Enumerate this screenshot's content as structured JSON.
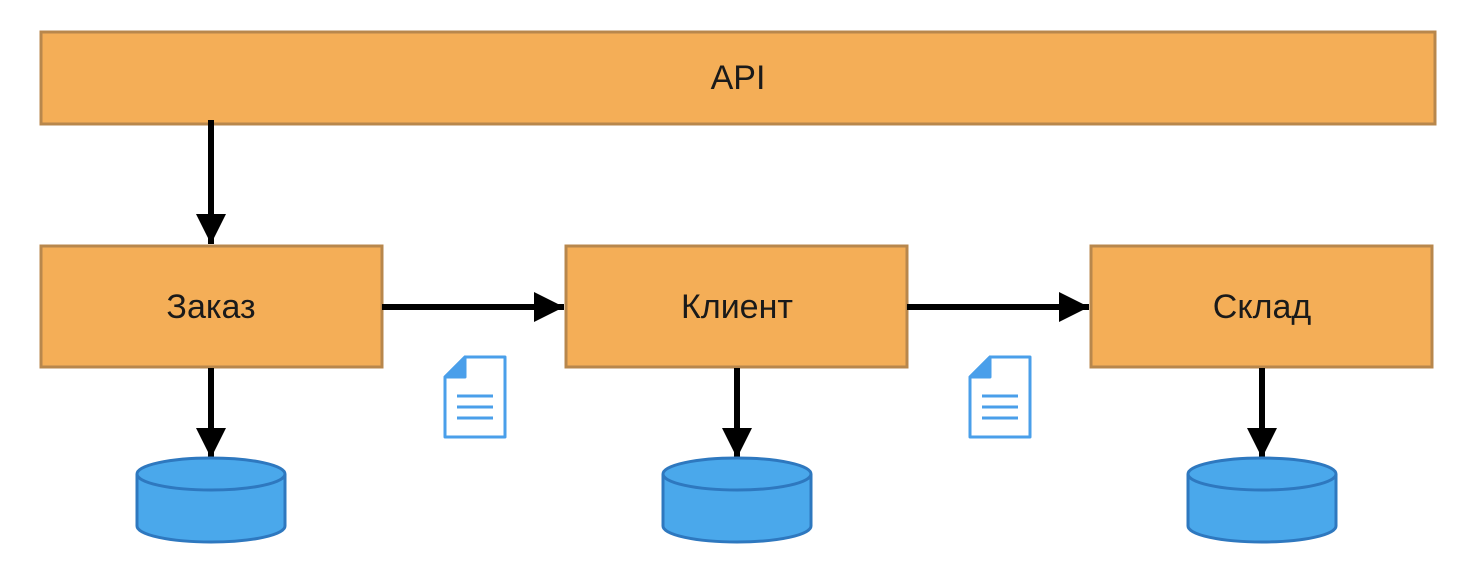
{
  "diagram": {
    "api": {
      "label": "API"
    },
    "services": [
      {
        "label": "Заказ"
      },
      {
        "label": "Клиент"
      },
      {
        "label": "Склад"
      }
    ],
    "icons": {
      "message": "document-icon",
      "database": "database-icon"
    },
    "colors": {
      "box_fill": "#F4AE57",
      "box_stroke": "#B8874C",
      "db_fill": "#4AA8EB",
      "db_stroke": "#2E78BF",
      "doc_stroke": "#4A9FEA",
      "arrow": "#000000"
    }
  }
}
